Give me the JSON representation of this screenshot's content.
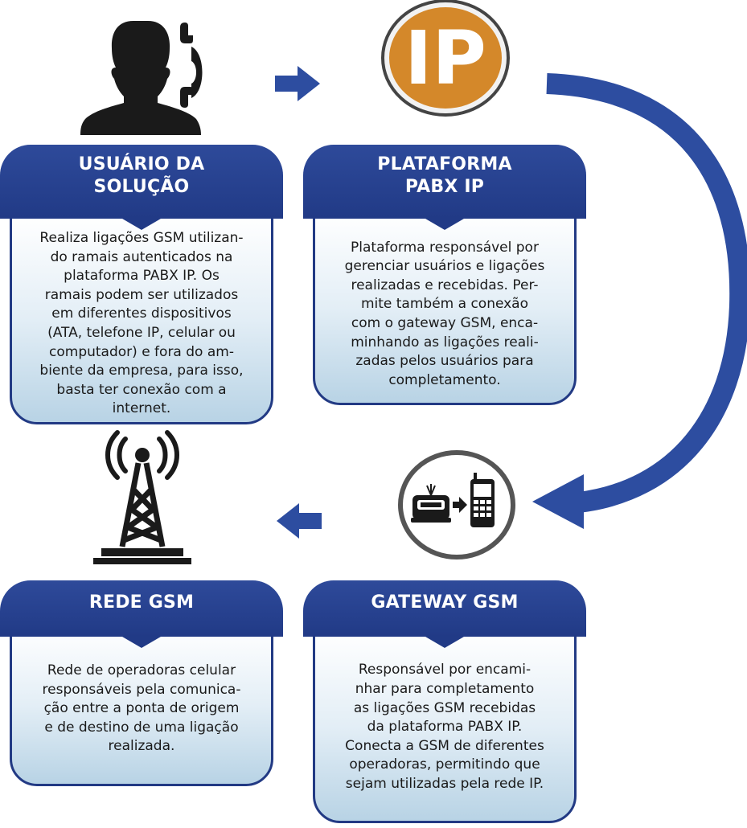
{
  "cards": {
    "user": {
      "title": "USUÁRIO DA\nSOLUÇÃO",
      "body": "Realiza ligações GSM utilizan-\ndo ramais autenticados na\nplataforma PABX IP. Os\nramais podem ser utilizados\nem diferentes dispositivos\n(ATA, telefone IP, celular ou\ncomputador) e fora do am-\nbiente da empresa, para isso,\nbasta ter conexão com a\ninternet."
    },
    "pabx": {
      "title": "PLATAFORMA\nPABX IP",
      "body": "Plataforma responsável por\ngerenciar usuários e ligações\nrealizadas e recebidas. Per-\nmite também a conexão\ncom o gateway GSM, enca-\nminhando as ligações reali-\nzadas pelos usuários para\ncompletamento."
    },
    "gsm_network": {
      "title": "REDE GSM",
      "body": "Rede de operadoras celular\nresponsáveis pela comunica-\nção entre a ponta de origem\ne de destino de uma ligação\nrealizada."
    },
    "gateway": {
      "title": "GATEWAY GSM",
      "body": "Responsável por encami-\nnhar para completamento\nas ligações GSM recebidas\nda plataforma PABX IP.\nConecta a GSM de diferentes\noperadoras, permitindo que\nsejam utilizadas pela rede IP."
    }
  },
  "icons": {
    "ip_logo_text": "IP",
    "user": "user-with-phone-icon",
    "ip": "ip-logo-icon",
    "tower": "radio-tower-icon",
    "gateway": "gateway-to-cellphone-icon",
    "arrow_right": "arrow-right-icon",
    "arrow_left": "arrow-left-icon",
    "arrow_curve": "curved-arrow-icon"
  },
  "colors": {
    "header_blue": "#24408c",
    "arrow_blue": "#2d4da0",
    "ip_orange": "#d4882a",
    "icon_dark": "#1a1a1a",
    "body_gradient_end": "#b8d3e5"
  }
}
